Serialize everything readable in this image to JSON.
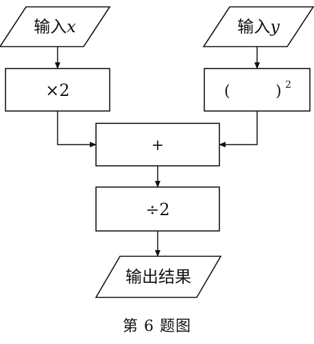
{
  "input_x": {
    "prefix": "输入",
    "var": "x"
  },
  "input_y": {
    "prefix": "输入",
    "var": "y"
  },
  "op_times_two": "×2",
  "op_square": {
    "open": "(",
    "close": ")",
    "exponent": "2"
  },
  "op_plus": "+",
  "op_divide_two": "÷2",
  "output": "输出结果",
  "caption": "第 6 题图"
}
